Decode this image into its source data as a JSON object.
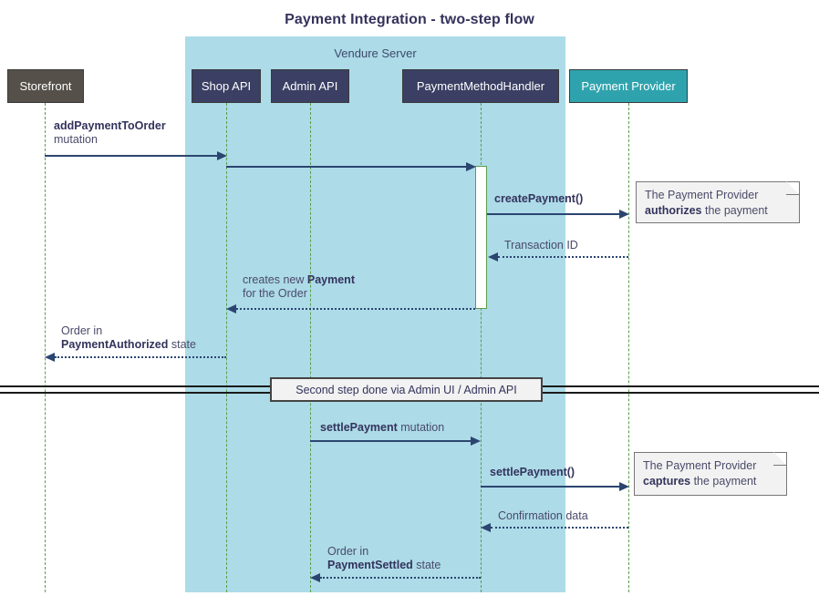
{
  "diagram": {
    "title": "Payment Integration - two-step flow",
    "type": "sequence-diagram",
    "colors": {
      "title_text": "#33335c",
      "group_fill": "#addbe8",
      "participant_default": "#3a3f63",
      "participant_actor": "#555049",
      "participant_external": "#2fa3ad",
      "lifeline": "#5a9e4b",
      "message": "#2b4570",
      "note_fill": "#f2f2f2",
      "note_border": "#777777"
    }
  },
  "group": {
    "label": "Vendure Server"
  },
  "participants": [
    {
      "id": "storefront",
      "label": "Storefront",
      "color": "#555049"
    },
    {
      "id": "shop-api",
      "label": "Shop API",
      "color": "#3a3f63"
    },
    {
      "id": "admin-api",
      "label": "Admin API",
      "color": "#3a3f63"
    },
    {
      "id": "payment-method-handler",
      "label": "PaymentMethodHandler",
      "color": "#3a3f63"
    },
    {
      "id": "payment-provider",
      "label": "Payment Provider",
      "color": "#2fa3ad"
    }
  ],
  "messages": [
    {
      "id": "add-payment-to-order",
      "from": "storefront",
      "to": "shop-api",
      "style": "solid",
      "label_bold": "addPaymentToOrder",
      "label_plain": "mutation"
    },
    {
      "id": "shop-api-to-handler",
      "from": "shop-api",
      "to": "payment-method-handler",
      "style": "solid",
      "label_bold": "",
      "label_plain": ""
    },
    {
      "id": "create-payment",
      "from": "payment-method-handler",
      "to": "payment-provider",
      "style": "solid",
      "label_bold": "createPayment()",
      "label_plain": ""
    },
    {
      "id": "transaction-id",
      "from": "payment-provider",
      "to": "payment-method-handler",
      "style": "dotted",
      "label_bold": "",
      "label_plain": "Transaction ID"
    },
    {
      "id": "creates-new-payment",
      "from": "payment-method-handler",
      "to": "shop-api",
      "style": "dotted",
      "label_line1_plain": "creates new ",
      "label_line1_bold": "Payment",
      "label_line2_plain": "for the Order"
    },
    {
      "id": "order-payment-authorized",
      "from": "shop-api",
      "to": "storefront",
      "style": "dotted",
      "label_line1_plain": "Order in",
      "label_line2_bold": "PaymentAuthorized",
      "label_line2_plain": " state"
    },
    {
      "id": "settle-payment-mutation",
      "from": "admin-api",
      "to": "payment-method-handler",
      "style": "solid",
      "label_bold": "settlePayment",
      "label_plain": " mutation"
    },
    {
      "id": "settle-payment-call",
      "from": "payment-method-handler",
      "to": "payment-provider",
      "style": "solid",
      "label_bold": "settlePayment()",
      "label_plain": ""
    },
    {
      "id": "confirmation-data",
      "from": "payment-provider",
      "to": "payment-method-handler",
      "style": "dotted",
      "label_bold": "",
      "label_plain": "Confirmation data"
    },
    {
      "id": "order-payment-settled",
      "from": "payment-method-handler",
      "to": "admin-api",
      "style": "dotted",
      "label_line1_plain": "Order in",
      "label_line2_bold": "PaymentSettled",
      "label_line2_plain": " state"
    }
  ],
  "notes": [
    {
      "id": "note-authorizes",
      "line1": "The Payment Provider",
      "line2_bold": "authorizes",
      "line2_plain": " the payment"
    },
    {
      "id": "note-captures",
      "line1": "The Payment Provider",
      "line2_bold": "captures",
      "line2_plain": " the payment"
    }
  ],
  "divider": {
    "label": "Second step done via Admin UI / Admin API"
  }
}
